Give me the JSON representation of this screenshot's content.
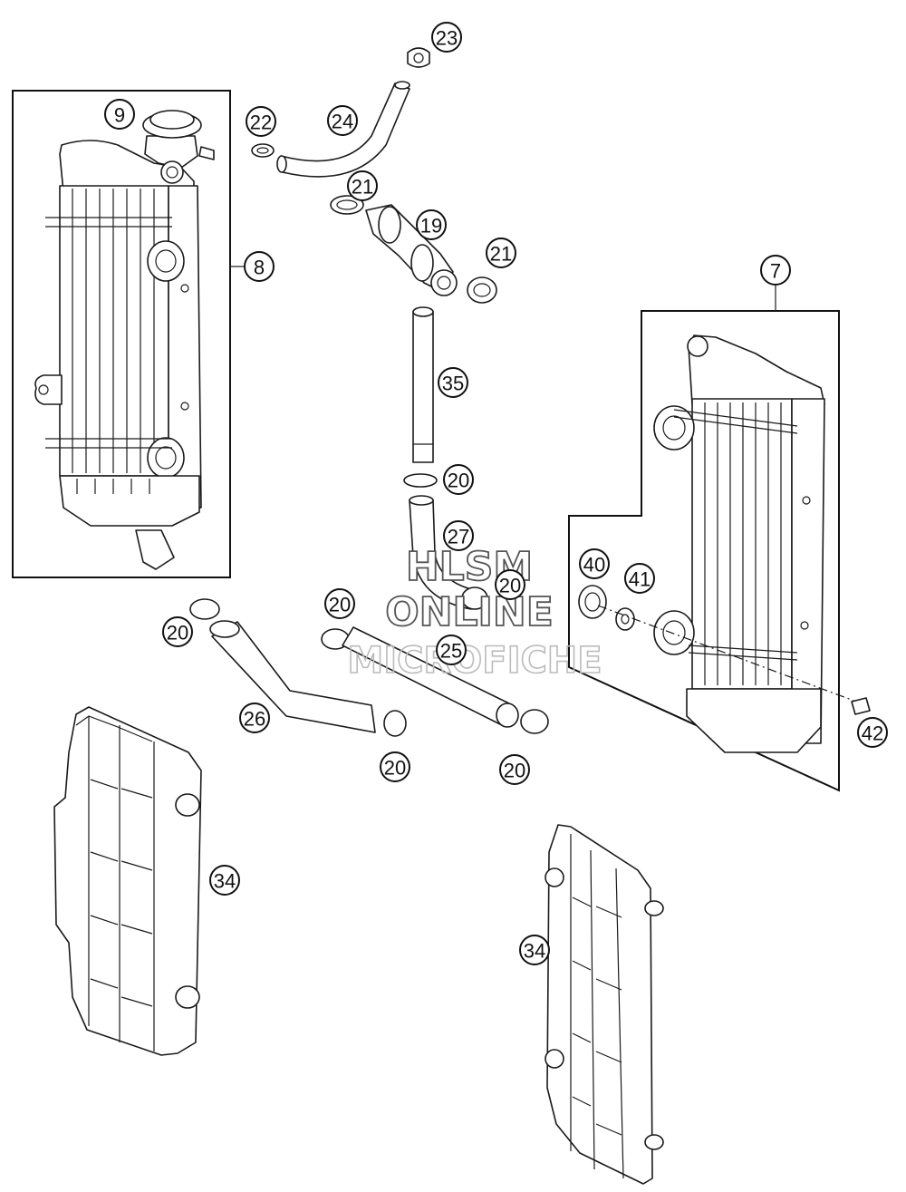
{
  "watermark": {
    "line1": "HLSM",
    "line2": "ONLINE",
    "line3": "MICROFICHE"
  },
  "callouts": [
    {
      "id": "c23",
      "label": "23"
    },
    {
      "id": "c9",
      "label": "9"
    },
    {
      "id": "c22",
      "label": "22"
    },
    {
      "id": "c24",
      "label": "24"
    },
    {
      "id": "c21a",
      "label": "21"
    },
    {
      "id": "c19",
      "label": "19"
    },
    {
      "id": "c21b",
      "label": "21"
    },
    {
      "id": "c8",
      "label": "8"
    },
    {
      "id": "c7",
      "label": "7"
    },
    {
      "id": "c35",
      "label": "35"
    },
    {
      "id": "c20a",
      "label": "20"
    },
    {
      "id": "c27",
      "label": "27"
    },
    {
      "id": "c20b",
      "label": "20"
    },
    {
      "id": "c40",
      "label": "40"
    },
    {
      "id": "c41",
      "label": "41"
    },
    {
      "id": "c20c",
      "label": "20"
    },
    {
      "id": "c20d",
      "label": "20"
    },
    {
      "id": "c25",
      "label": "25"
    },
    {
      "id": "c26",
      "label": "26"
    },
    {
      "id": "c20e",
      "label": "20"
    },
    {
      "id": "c20f",
      "label": "20"
    },
    {
      "id": "c42",
      "label": "42"
    },
    {
      "id": "c34a",
      "label": "34"
    },
    {
      "id": "c34b",
      "label": "34"
    }
  ]
}
